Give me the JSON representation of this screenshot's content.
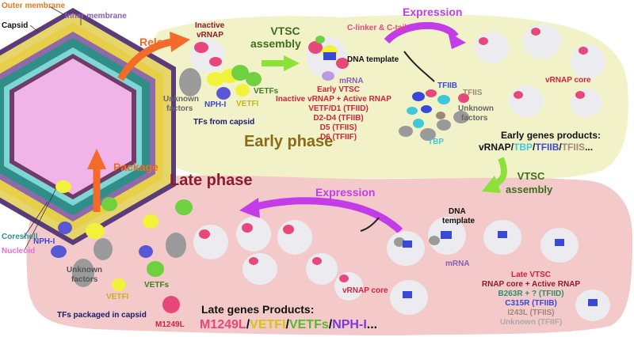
{
  "virion_labels": {
    "outer_membrane": "Outer membrane",
    "inner_membrane": "Inner membrane",
    "capsid": "Capsid",
    "coreshell": "Coreshell",
    "nucleoid": "Nucleoid"
  },
  "arrows": {
    "release": "Release",
    "package": "Package",
    "vtsc_assembly_top": "VTSC",
    "vtsc_assembly_top_2": "assembly",
    "expression_top": "Expression",
    "vtsc_assembly_right": "VTSC",
    "vtsc_assembly_right_2": "assembly",
    "expression_bottom": "Expression"
  },
  "early_phase": {
    "title": "Early phase",
    "inactive_vrnap": [
      "Inactive",
      "vRNAP"
    ],
    "c_linker": "C-linker & C-tail",
    "dna_template": "DNA template",
    "mrna": "mRNA",
    "vetfs": "VETFs",
    "vetfi": "VETFI",
    "nph_i": "NPH-I",
    "unknown_factors": [
      "Unknown",
      "factors"
    ],
    "tfs_from_capsid": "TFs from capsid",
    "early_vtsc": [
      "Early VTSC",
      "Inactive vRNAP + Active RNAP",
      "VETF/D1 (TFIID)",
      "D2-D4 (TFIIB)",
      "D5 (TFIIS)",
      "D6 (TFIIF)"
    ],
    "tfiib": "TFIIB",
    "tfiis": "TFIIS",
    "tbp": "TBP",
    "unknown_factors_2": [
      "Unknown",
      "factors"
    ],
    "vrnap_core": "vRNAP core",
    "products_title": "Early genes products:",
    "products": [
      "vRNAP",
      "/",
      "TBP",
      "/",
      "TFIIB",
      "/",
      "TFIIS",
      "..."
    ]
  },
  "late_phase": {
    "title": "Late phase",
    "nph_i": "NPH-I",
    "unknown_factors": [
      "Unknown",
      "factors"
    ],
    "vetfi": "VETFI",
    "vetfs": "VETFs",
    "m1249l": "M1249L",
    "tfs_packaged": "TFs packaged in capsid",
    "vrnap_core": "vRNAP core",
    "dna_template": [
      "DNA",
      "template"
    ],
    "mrna": "mRNA",
    "late_vtsc": [
      "Late VTSC",
      "RNAP core + Active RNAP",
      "B263R + ? (TFIID)",
      "C315R (TFIIB)",
      "I243L (TFIIS)",
      "Unknown (TFIIF)"
    ],
    "products_title": "Late genes Products:",
    "products": [
      "M1249L",
      "/",
      "VETFI",
      "/",
      "VETFs",
      "/",
      "NPH-I",
      "..."
    ]
  },
  "colors": {
    "early_bg": "#f2f2c8",
    "late_bg": "#f3c9c9",
    "release_arrow": "#f26b2a",
    "expression_arrow": "#c23de8",
    "vtsc_arrow": "#8ce03a",
    "vrnap": "#e8477a",
    "vetfs": "#6fd13f",
    "vetfi": "#f2f23a",
    "nph_i": "#5a56d8",
    "unknown": "#9a9a9a",
    "tbp": "#40c8d8",
    "tfiib": "#3a48d8",
    "tfiis": "#a08878"
  }
}
